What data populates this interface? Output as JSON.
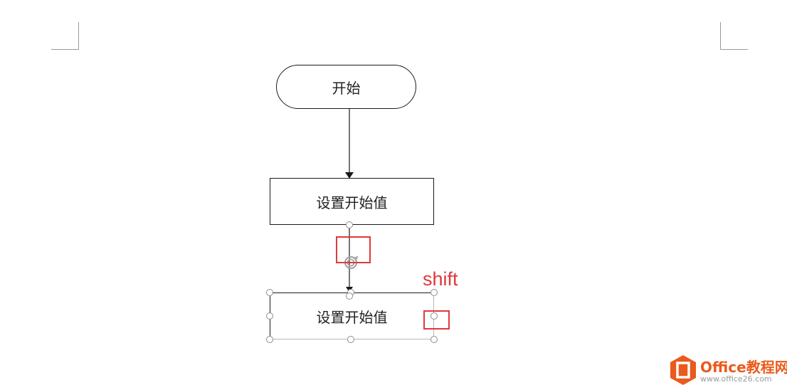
{
  "diagram": {
    "start_node": {
      "label": "开始"
    },
    "process_node": {
      "label": "设置开始值"
    },
    "selected_process_node": {
      "label": "设置开始值"
    }
  },
  "annotation": {
    "text": "shift",
    "color": "#e0393b"
  },
  "watermark": {
    "brand": "Office教程网",
    "url": "www.office26.com",
    "color": "#ea5a1c"
  },
  "icons": [
    "rotate-handle-icon",
    "office-logo-icon"
  ]
}
